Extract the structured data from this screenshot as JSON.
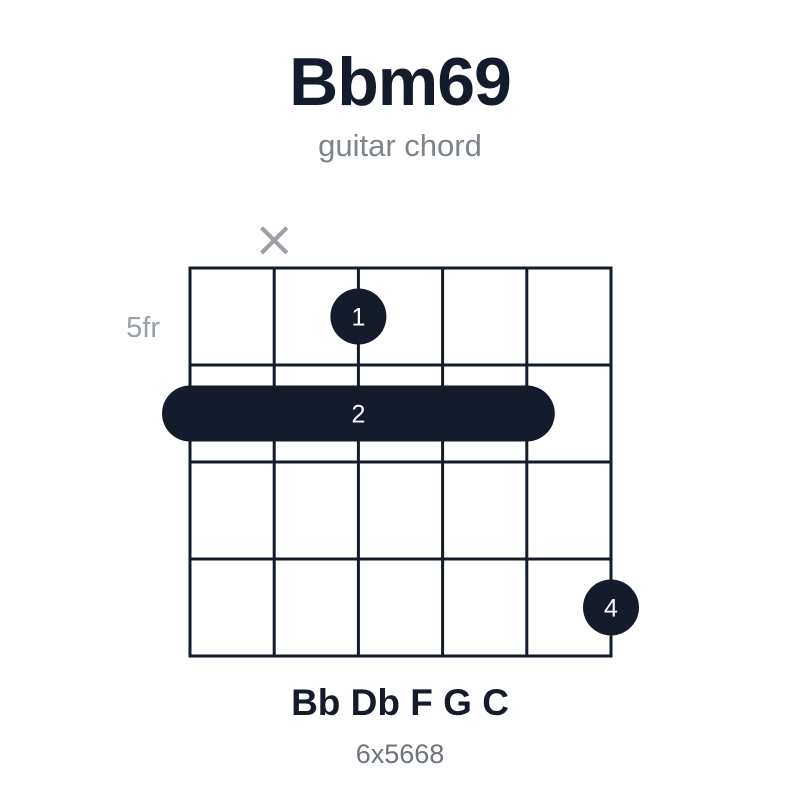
{
  "chord": {
    "name": "Bbm69",
    "subtitle": "guitar chord",
    "notes": "Bb Db F G C",
    "fingering": "6x5668"
  },
  "diagram": {
    "base_fret_label": "5fr",
    "string_count": 6,
    "fret_rows": 4,
    "muted_strings": [
      2
    ],
    "muted_symbol": "×",
    "dots": [
      {
        "string": 3,
        "fret_row": 1,
        "finger": "1"
      },
      {
        "string": 6,
        "fret_row": 4,
        "finger": "4"
      }
    ],
    "barre": {
      "from_string": 1,
      "to_string": 5,
      "fret_row": 2,
      "finger": "2"
    },
    "colors": {
      "ink": "#141c2b",
      "muted_mark": "#9aa0a6",
      "fret_label": "#9aa0a6",
      "finger_text": "#ffffff"
    }
  }
}
